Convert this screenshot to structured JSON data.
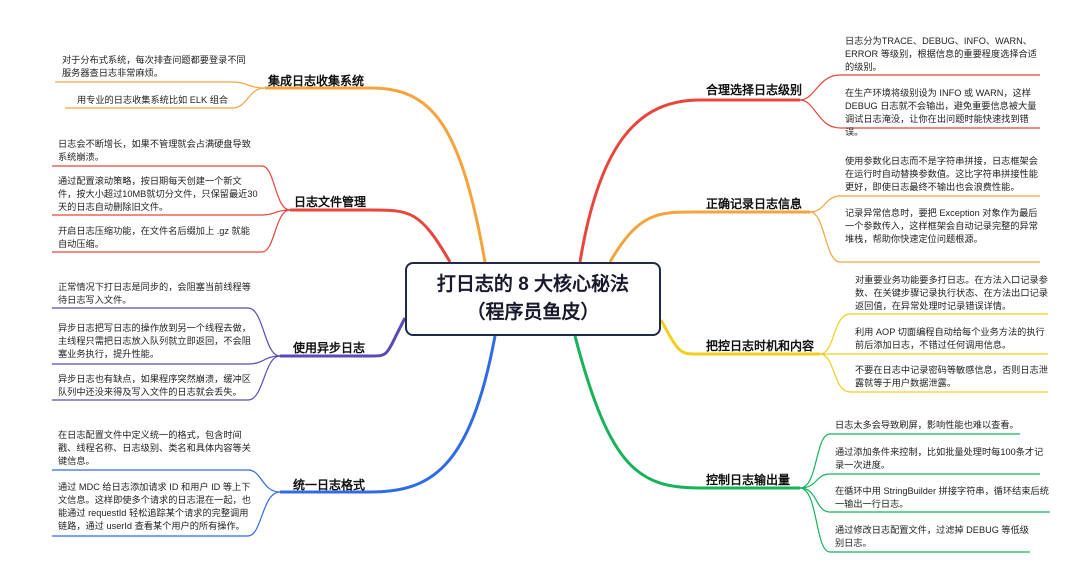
{
  "colors": {
    "red": "#e8453c",
    "orange": "#f5a33a",
    "yellow": "#f2cf1f",
    "green": "#16b35a",
    "blue": "#2f6be6",
    "purple": "#5b49b8",
    "dark": "#1f2a44"
  },
  "center": {
    "line1": "打日志的 8 大核心秘法",
    "line2": "（程序员鱼皮）"
  },
  "branches": {
    "level": {
      "title": "合理选择日志级别",
      "notes": [
        "日志分为TRACE、DEBUG、INFO、WARN、ERROR 等级别，根据信息的重要程度选择合适的级别。",
        "在生产环境将级别设为 INFO 或 WARN，这样 DEBUG 日志就不会输出，避免重要信息被大量调试日志淹没，让你在出问题时能快速找到错误。"
      ]
    },
    "record": {
      "title": "正确记录日志信息",
      "notes": [
        "使用参数化日志而不是字符串拼接，日志框架会在运行时自动替换参数值。这比字符串拼接性能更好，即使日志最终不输出也会浪费性能。",
        "记录异常信息时，要把 Exception 对象作为最后一个参数传入，这样框架会自动记录完整的异常堆栈，帮助你快速定位问题根源。"
      ]
    },
    "timing": {
      "title": "把控日志时机和内容",
      "notes": [
        "对重要业务功能要多打日志。在方法入口记录参数、在关键步骤记录执行状态、在方法出口记录返回值，在异常处理时记录错误详情。",
        "利用 AOP 切面编程自动给每个业务方法的执行前后添加日志，不错过任何调用信息。",
        "不要在日志中记录密码等敏感信息，否则日志泄露就等于用户数据泄露。"
      ]
    },
    "volume": {
      "title": "控制日志输出量",
      "notes": [
        "日志太多会导致刷屏，影响性能也难以查看。",
        "通过添加条件来控制，比如批量处理时每100条才记录一次进度。",
        "在循环中用 StringBuilder 拼接字符串，循环结束后统一输出一行日志。",
        "通过修改日志配置文件，过滤掉 DEBUG 等低级别日志。"
      ]
    },
    "collect": {
      "title": "集成日志收集系统",
      "notes": [
        "对于分布式系统，每次排查问题都要登录不同服务器查日志非常麻烦。",
        "用专业的日志收集系统比如 ELK 组合"
      ]
    },
    "file": {
      "title": "日志文件管理",
      "notes": [
        "日志会不断增长，如果不管理就会占满硬盘导致系统崩溃。",
        "通过配置滚动策略，按日期每天创建一个新文件，按大小超过10MB就切分文件，只保留最近30天的日志自动删除旧文件。",
        "开启日志压缩功能，在文件名后缀加上 .gz 就能自动压缩。"
      ]
    },
    "async": {
      "title": "使用异步日志",
      "notes": [
        "正常情况下打日志是同步的，会阻塞当前线程等待日志写入文件。",
        "异步日志把写日志的操作放到另一个线程去做，主线程只需把日志放入队列就立即返回，不会阻塞业务执行，提升性能。",
        "异步日志也有缺点，如果程序突然崩溃，缓冲区队列中还没来得及写入文件的日志就会丢失。"
      ]
    },
    "format": {
      "title": "统一日志格式",
      "notes": [
        "在日志配置文件中定义统一的格式，包含时间戳、线程名称、日志级别、类名和具体内容等关键信息。",
        "通过 MDC 给日志添加请求 ID 和用户 ID 等上下文信息。这样即使多个请求的日志混在一起，也能通过 requestId 轻松追踪某个请求的完整调用链路，通过 userId 查看某个用户的所有操作。"
      ]
    }
  }
}
